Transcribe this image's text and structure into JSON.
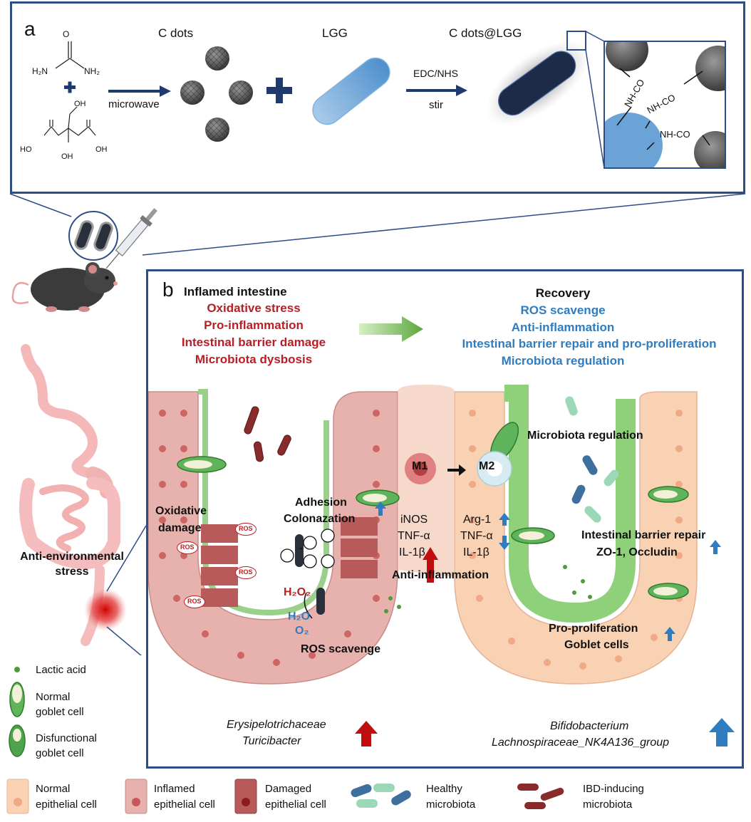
{
  "panel_a": {
    "letter": "a",
    "chem": {
      "top_o": "O",
      "h2n": "H₂N",
      "nh2": "NH₂",
      "oh_top": "OH",
      "ho_left": "HO",
      "oh_right": "OH",
      "oh_bottom": "OH"
    },
    "microwave": "microwave",
    "c_dots": "C dots",
    "lgg": "LGG",
    "edc_nhs": "EDC/NHS",
    "stir": "stir",
    "c_dots_lgg": "C dots@LGG",
    "bond_label": "NH-CO"
  },
  "panel_b": {
    "letter": "b",
    "left_heading": "Inflamed intestine",
    "left_items": [
      "Oxidative stress",
      "Pro-inflammation",
      "Intestinal barrier damage",
      "Microbiota dysbosis"
    ],
    "right_heading": "Recovery",
    "right_items": [
      "ROS scavenge",
      "Anti-inflammation",
      "Intestinal barrier repair and pro-proliferation",
      "Microbiota regulation"
    ],
    "oxidative_damage": [
      "Oxidative",
      "damage"
    ],
    "ros": "ROS",
    "adhesion": [
      "Adhesion",
      "Colonazation"
    ],
    "m1": "M1",
    "m2": "M2",
    "m1_markers": [
      "iNOS",
      "TNF-α",
      "IL-1β"
    ],
    "m2_markers": [
      "Arg-1",
      "TNF-α",
      "IL-1β"
    ],
    "anti_inflammation": "Anti-inflammation",
    "h2o2": "H₂O₂",
    "h2o": "H₂O",
    "o2": "O₂",
    "ros_scavenge": "ROS scavenge",
    "microbiota_regulation": "Microbiota regulation",
    "barrier_repair": [
      "Intestinal barrier repair",
      "ZO-1, Occludin"
    ],
    "pro_prolif": [
      "Pro-proliferation",
      "Goblet cells"
    ],
    "left_bacteria": [
      "Erysipelotrichaceae",
      "Turicibacter"
    ],
    "right_bacteria": [
      "Bifidobacterium",
      "Lachnospiraceae_NK4A136_group"
    ]
  },
  "left_side": {
    "anti_env": [
      "Anti-environmental",
      "stress"
    ],
    "legend": [
      "Lactic acid",
      "Normal",
      "goblet cell",
      "Disfunctional",
      "goblet cell"
    ]
  },
  "bottom_legend": {
    "normal": [
      "Normal",
      "epithelial cell"
    ],
    "inflamed": [
      "Inflamed",
      "epithelial cell"
    ],
    "damaged": [
      "Damaged",
      "epithelial cell"
    ],
    "healthy": [
      "Healthy",
      "microbiota"
    ],
    "ibd": [
      "IBD-inducing",
      "microbiota"
    ]
  },
  "colors": {
    "frame": "#2d4d86",
    "red_text": "#b81f24",
    "blue_text": "#2f7cc0",
    "green_mucus": "#8fd07a",
    "normal_cell": "#f9d2b4",
    "inflamed_cell": "#e7b2ad",
    "damaged_cell": "#b85a5a"
  }
}
